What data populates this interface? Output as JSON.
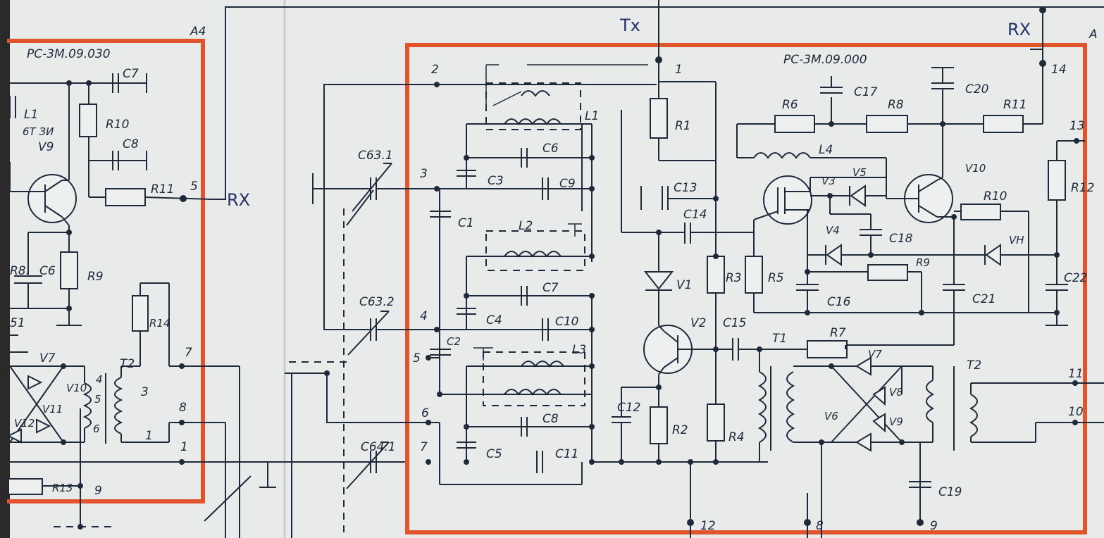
{
  "schematic": {
    "left_block": {
      "part_no": "PC-3M.09.030",
      "corner": "A4",
      "labels": [
        "L1",
        "6T ЗИ",
        "V9",
        "R10",
        "C7",
        "C8",
        "R11",
        "R8.",
        "C6",
        "R9",
        "51",
        "V7",
        "V10",
        "V11",
        "V12",
        "T2",
        "3",
        "R14",
        "R13",
        "9"
      ],
      "pins": [
        "5",
        "7",
        "8",
        "1",
        "4",
        "5",
        "6",
        "1"
      ]
    },
    "right_block": {
      "part_no": "PC-3M.09.000",
      "corner": "A",
      "labels": [
        "R1",
        "C13",
        "C14",
        "V1",
        "R3",
        "R5",
        "V2",
        "C15",
        "T1",
        "R7",
        "C12",
        "R2",
        "R4",
        "L4",
        "R6",
        "R8",
        "C17",
        "C20",
        "R11",
        "V3",
        "V5",
        "V10",
        "R10",
        "V4",
        "C18",
        "VH",
        "C16",
        "R9",
        "C21",
        "C22",
        "R12",
        "V7",
        "V8",
        "V9",
        "V6",
        "T2",
        "C19",
        "C1",
        "C2",
        "C3",
        "C4",
        "C5",
        "C6",
        "C7",
        "C8",
        "C9",
        "C10",
        "C11",
        "L1",
        "L2",
        "L3"
      ],
      "pins": [
        "1",
        "2",
        "3",
        "4",
        "5",
        "6",
        "7",
        "12",
        "8",
        "9",
        "14",
        "13",
        "11",
        "10"
      ]
    },
    "external": {
      "tx_label": "Tx",
      "rx_label_left": "RX",
      "rx_label_right": "RX",
      "cap_labels": [
        "C63.1",
        "C63.2",
        "C64.1"
      ]
    }
  },
  "colors": {
    "paper": "#e9ebea",
    "ink": "#1e2a3a",
    "frame": "#e2542b",
    "pen": "#25306b"
  }
}
